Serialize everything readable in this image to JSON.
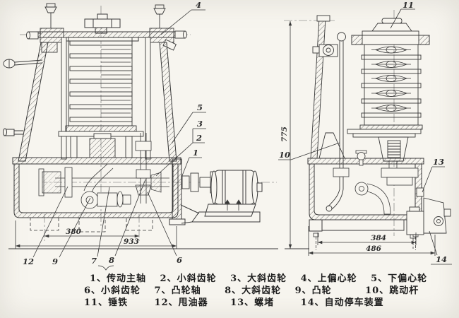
{
  "front_view": {
    "callouts": {
      "c1": "1",
      "c2": "2",
      "c3": "3",
      "c4": "4",
      "c5": "5",
      "c6": "6",
      "c7": "7",
      "c8": "8",
      "c9": "9",
      "c12": "12"
    },
    "dims": {
      "feet_span": "380",
      "overall_width": "933"
    }
  },
  "side_view": {
    "callouts": {
      "c10": "10",
      "c11": "11",
      "c13": "13",
      "c14": "14"
    },
    "dims": {
      "overall_height": "775",
      "feet_span": "384",
      "overall_width": "486"
    }
  },
  "legend": {
    "items": [
      {
        "label": "1、传动主轴"
      },
      {
        "label": "2、小斜齿轮"
      },
      {
        "label": "3、大斜齿轮"
      },
      {
        "label": "4、上偏心轮"
      },
      {
        "label": "5、下偏心轮"
      },
      {
        "label": "6、小斜齿轮"
      },
      {
        "label": "7、凸轮轴"
      },
      {
        "label": "8、大斜齿轮"
      },
      {
        "label": "9、凸轮"
      },
      {
        "label": "10、跳动杆"
      },
      {
        "label": "11、锤铁"
      },
      {
        "label": "12、甩油器"
      },
      {
        "label": "13、螺堵"
      },
      {
        "label": "14、自动停车装置"
      }
    ]
  }
}
